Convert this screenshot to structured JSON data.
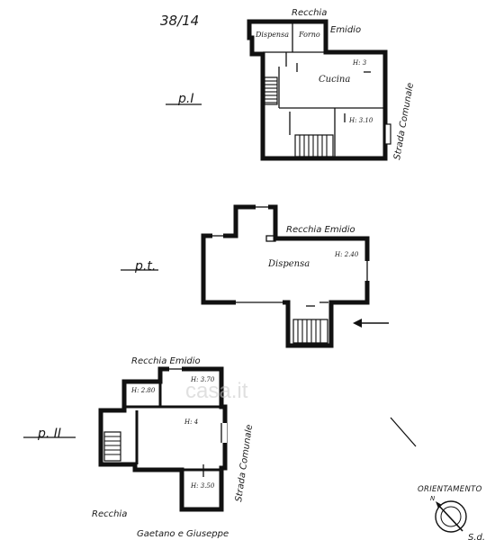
{
  "corner_note": "38/14",
  "floors": {
    "first": {
      "label": "p.I",
      "neighbor_top_1": "Recchia",
      "neighbor_top_2": "Emidio",
      "room_pantry": "Dispensa",
      "room_oven": "Forno",
      "room_kitchen": "Cucina",
      "height_kitchen": "H: 3",
      "height_small": "H: 3.10",
      "street": "Strada Comunale"
    },
    "ground": {
      "label": "p.t.",
      "neighbor": "Recchia Emidio",
      "room_pantry": "Dispensa",
      "height": "H: 2.40"
    },
    "second": {
      "label": "p. II",
      "neighbor_top": "Recchia Emidio",
      "neighbor_bottom_1": "Recchia",
      "neighbor_bottom_2": "Gaetano e Giuseppe",
      "height_top": "H: 3.70",
      "height_left": "H: 2.80",
      "height_main": "H: 4",
      "height_bottom": "H: 3.50",
      "street": "Strada Comunale"
    }
  },
  "orientation": {
    "label": "ORIENTAMENTO",
    "north": "N"
  },
  "watermark": "casa.it",
  "page_mark": "S.d."
}
